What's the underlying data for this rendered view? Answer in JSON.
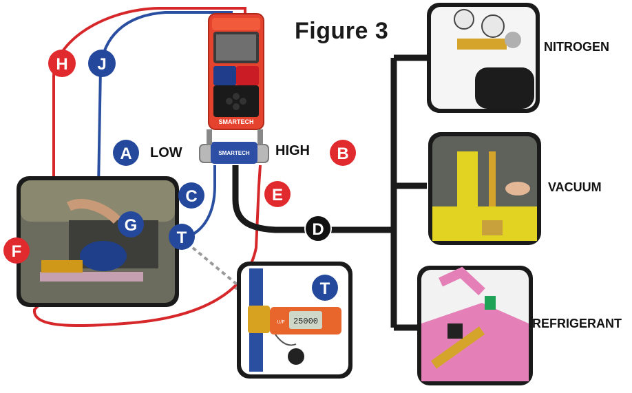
{
  "title": "Figure 3",
  "ports": {
    "low": "LOW",
    "high": "HIGH"
  },
  "sources": [
    {
      "id": "nitrogen",
      "label": "NITROGEN"
    },
    {
      "id": "vacuum",
      "label": "VACUUM"
    },
    {
      "id": "refrigerant",
      "label": "REFRIGERANT"
    }
  ],
  "markers": {
    "H": "H",
    "J": "J",
    "A": "A",
    "B": "B",
    "C": "C",
    "E": "E",
    "F": "F",
    "G": "G",
    "T": "T",
    "D": "D",
    "T2": "T"
  },
  "device": {
    "brand": "SMARTECH",
    "manifold_brand": "SMARTECH",
    "readout": "25000",
    "probe_unit": "U/F"
  },
  "colors": {
    "red_hose": "#d6282b",
    "blue_hose": "#2a4fa0",
    "black_hose": "#1a1a1a",
    "marker_red": "#e02a2e",
    "marker_blue": "#24489b",
    "marker_black": "#111111"
  }
}
